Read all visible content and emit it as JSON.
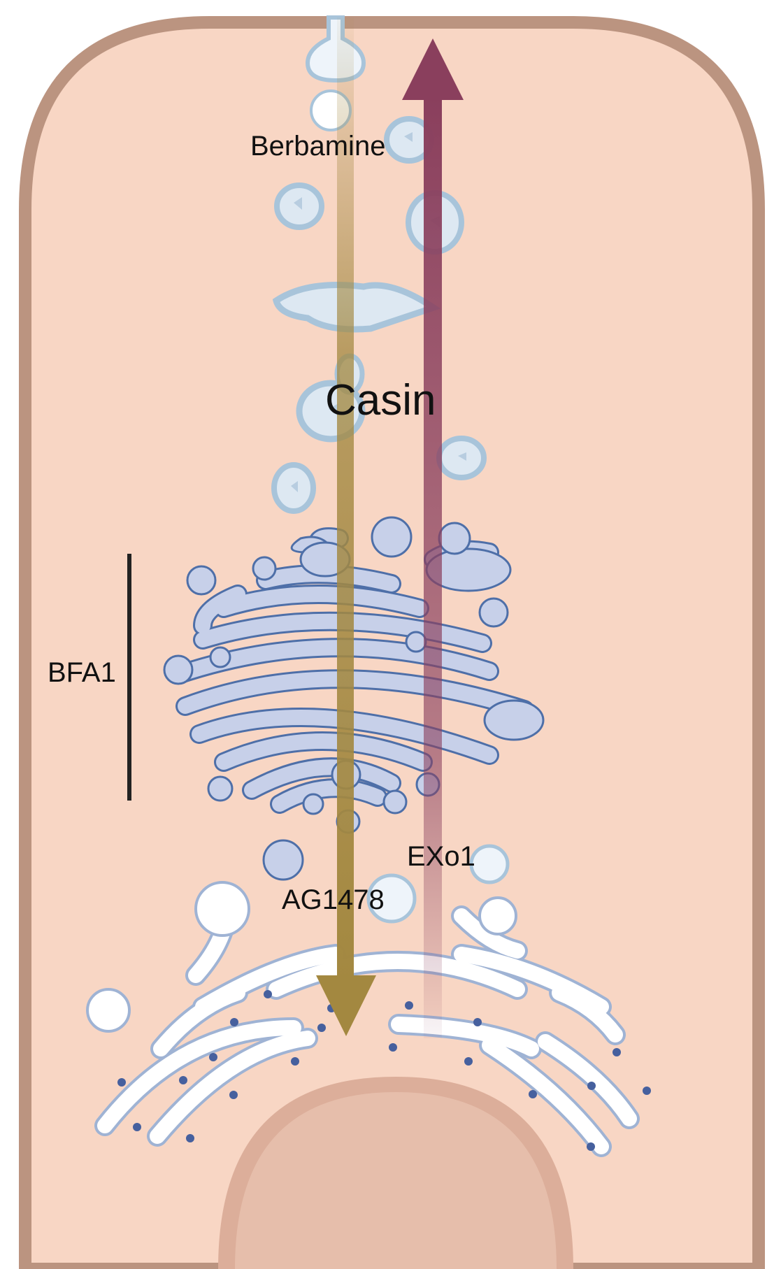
{
  "labels": {
    "berbamine": "Berbamine",
    "casin": "Casin",
    "bfa1": "BFA1",
    "exo1": "EXo1",
    "ag1478": "AG1478"
  },
  "colors": {
    "cell_fill": "#f8d6c4",
    "cell_border": "#bb9480",
    "nucleus_outer": "#dcae9a",
    "nucleus_inner": "#e6beab",
    "golgi_fill": "#c7d0e9",
    "golgi_stroke": "#4e6fa8",
    "vesicle_stroke": "#a8c4da",
    "vesicle_fill": "#eef4fa",
    "er_stroke": "#9fb3d4",
    "ribosome": "#46609e",
    "arrow_down": "#a38840",
    "arrow_up": "#8a3f5d",
    "bracket": "#222222"
  }
}
